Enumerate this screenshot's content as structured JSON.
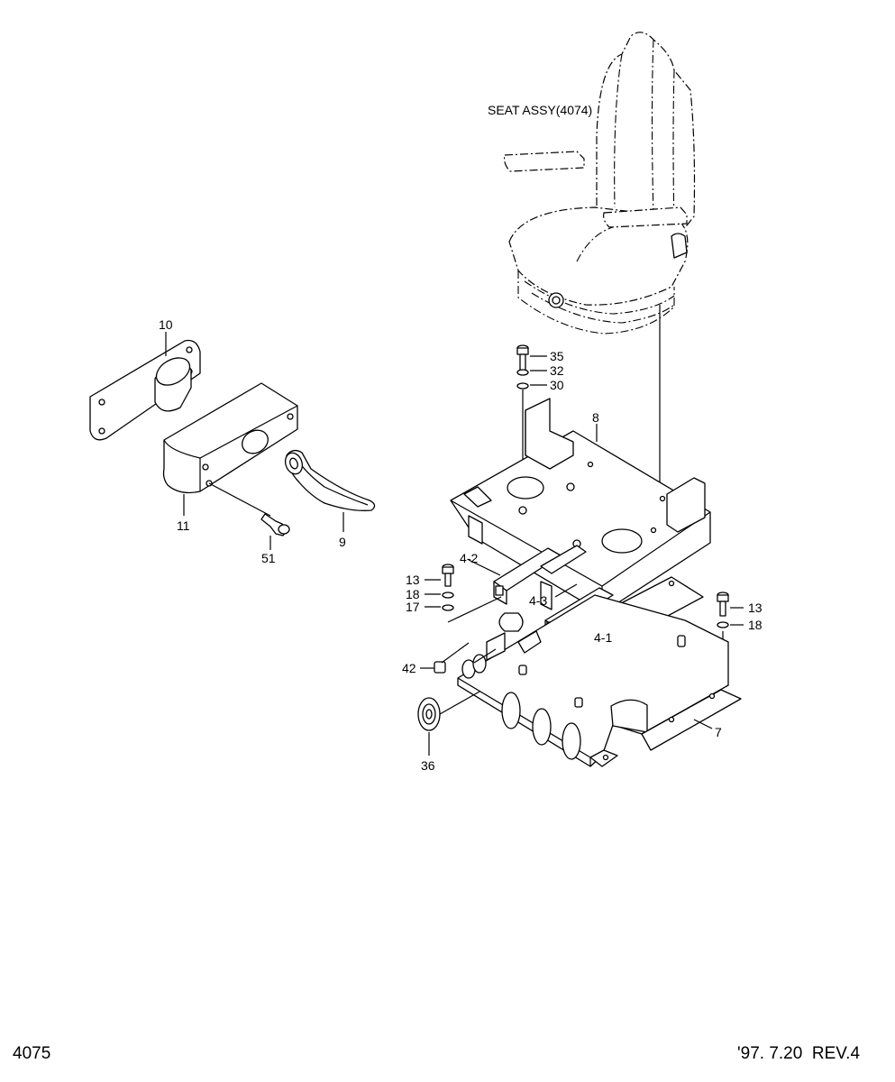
{
  "diagram": {
    "seat_assy_label": "SEAT ASSY(4074)",
    "callouts": [
      {
        "id": "c10",
        "text": "10"
      },
      {
        "id": "c11",
        "text": "11"
      },
      {
        "id": "c51",
        "text": "51"
      },
      {
        "id": "c9",
        "text": "9"
      },
      {
        "id": "c35",
        "text": "35"
      },
      {
        "id": "c32",
        "text": "32"
      },
      {
        "id": "c30",
        "text": "30"
      },
      {
        "id": "c8",
        "text": "8"
      },
      {
        "id": "c4-2",
        "text": "4-2"
      },
      {
        "id": "c13a",
        "text": "13"
      },
      {
        "id": "c18a",
        "text": "18"
      },
      {
        "id": "c17",
        "text": "17"
      },
      {
        "id": "c4-3",
        "text": "4-3"
      },
      {
        "id": "c4-1",
        "text": "4-1"
      },
      {
        "id": "c13b",
        "text": "13"
      },
      {
        "id": "c18b",
        "text": "18"
      },
      {
        "id": "c42",
        "text": "42"
      },
      {
        "id": "c7",
        "text": "7"
      },
      {
        "id": "c36",
        "text": "36"
      }
    ]
  },
  "footer": {
    "page_number": "4075",
    "revision": "'97. 7.20  REV.4"
  }
}
